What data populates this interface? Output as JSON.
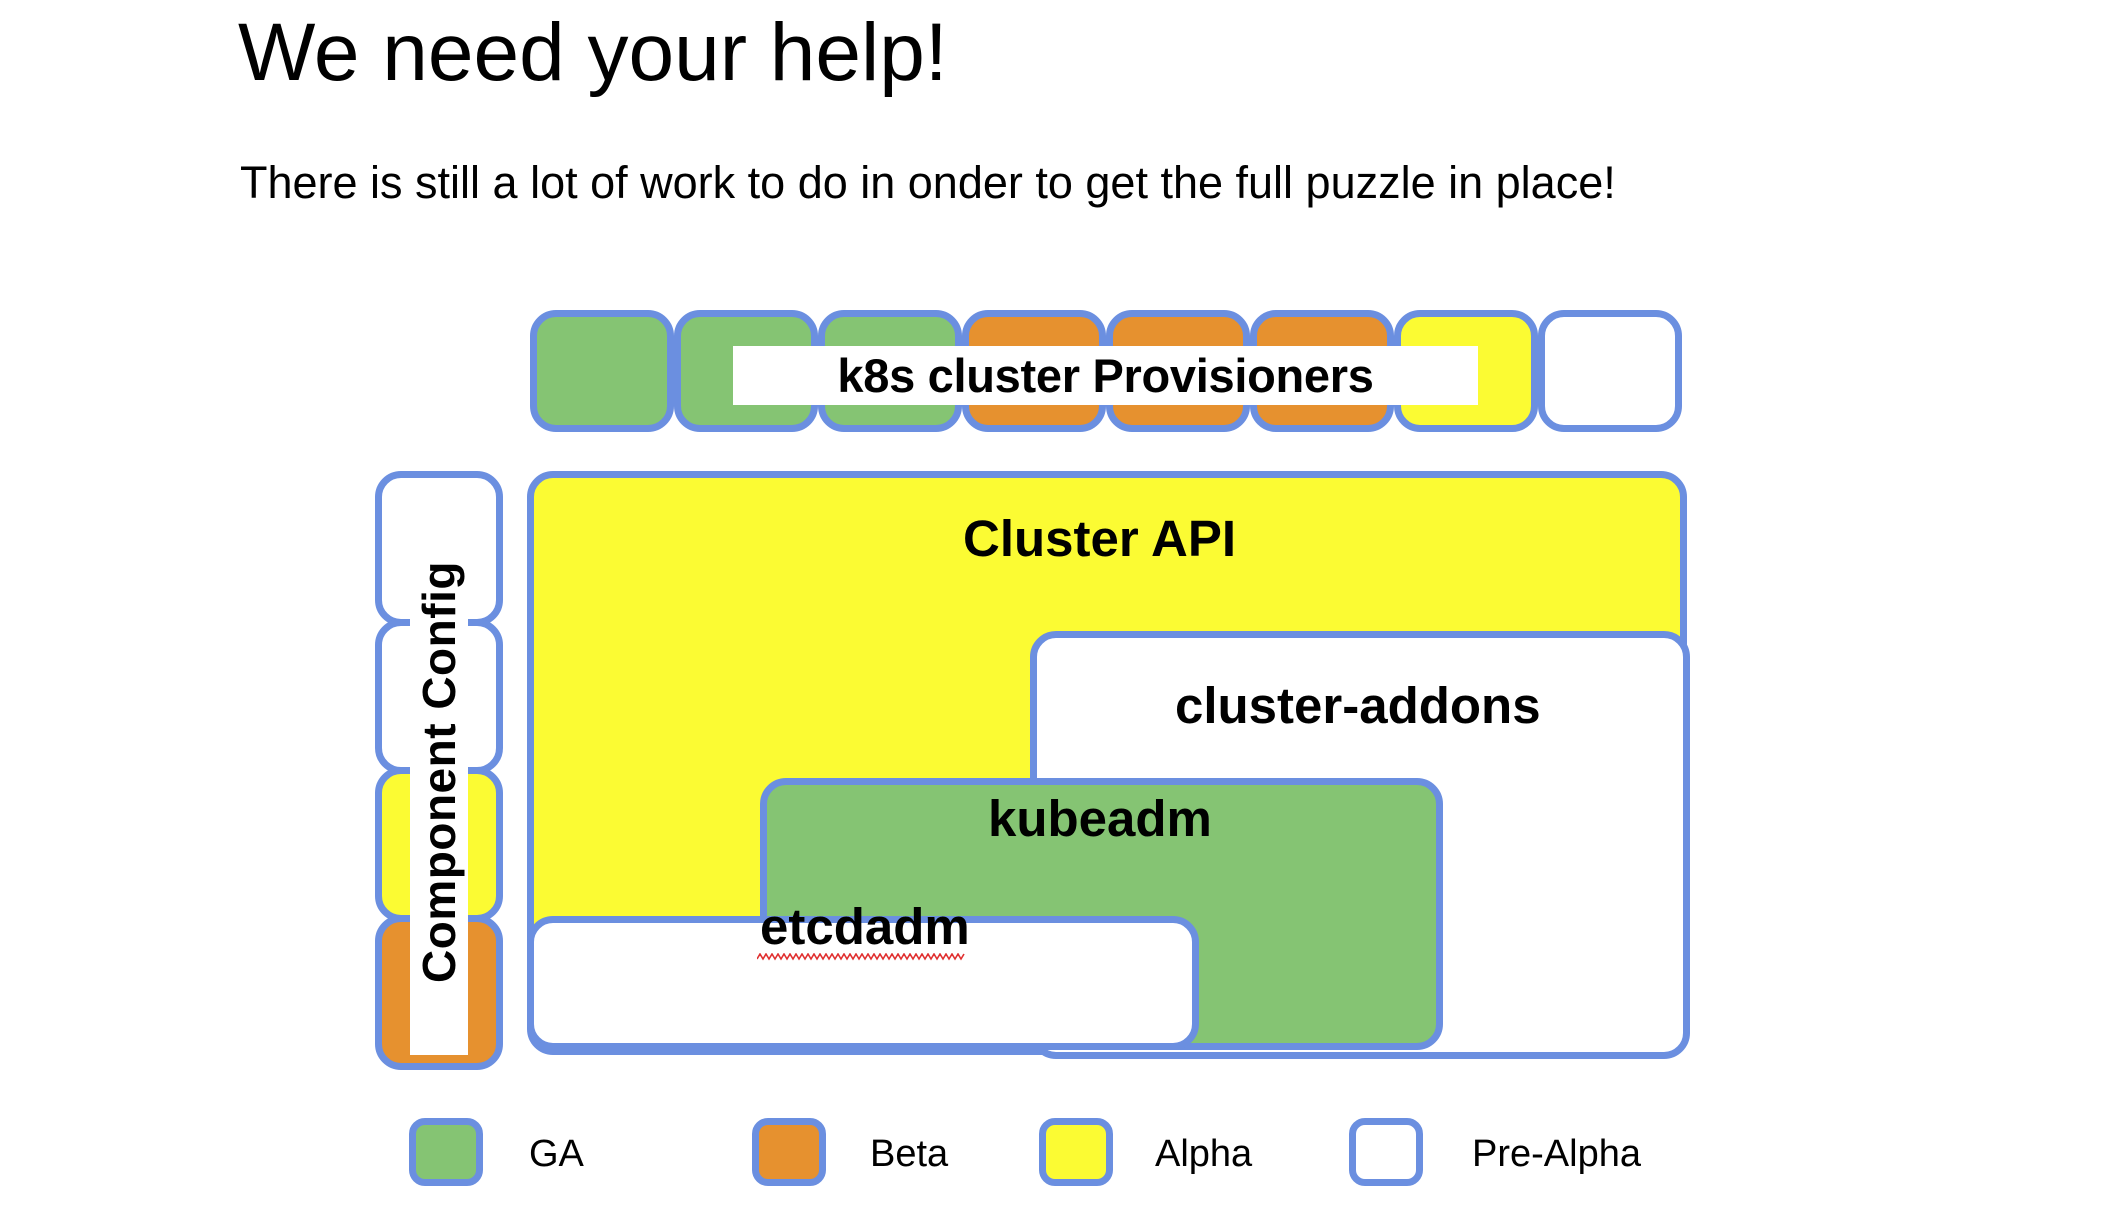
{
  "slide": {
    "title": "We need your help!",
    "subtitle": "There is still a lot of work to do in onder to get the full puzzle in place!"
  },
  "colors": {
    "ga": "#85c473",
    "beta": "#e6912f",
    "alpha": "#fbfb33",
    "pre_alpha": "#ffffff",
    "border": "#6b8fe0",
    "spellcheck": "#e03030",
    "text": "#000000",
    "background": "#ffffff"
  },
  "diagram": {
    "provisioner_row": {
      "label": "k8s cluster Provisioners",
      "boxes": [
        {
          "status": "ga"
        },
        {
          "status": "ga"
        },
        {
          "status": "ga"
        },
        {
          "status": "beta"
        },
        {
          "status": "beta"
        },
        {
          "status": "beta"
        },
        {
          "status": "alpha"
        },
        {
          "status": "prealpha"
        }
      ]
    },
    "component_config": {
      "label": "Component Config",
      "boxes": [
        {
          "status": "prealpha"
        },
        {
          "status": "prealpha"
        },
        {
          "status": "alpha"
        },
        {
          "status": "beta"
        }
      ]
    },
    "nested_boxes": [
      {
        "label": "Cluster API",
        "status": "alpha"
      },
      {
        "label": "cluster-addons",
        "status": "prealpha"
      },
      {
        "label": "kubeadm",
        "status": "ga"
      },
      {
        "label": "etcdadm",
        "status": "prealpha",
        "spellcheck_underline": true
      }
    ]
  },
  "legend": {
    "items": [
      {
        "label": "GA",
        "status": "ga"
      },
      {
        "label": "Beta",
        "status": "beta"
      },
      {
        "label": "Alpha",
        "status": "alpha"
      },
      {
        "label": "Pre-Alpha",
        "status": "prealpha"
      }
    ]
  }
}
